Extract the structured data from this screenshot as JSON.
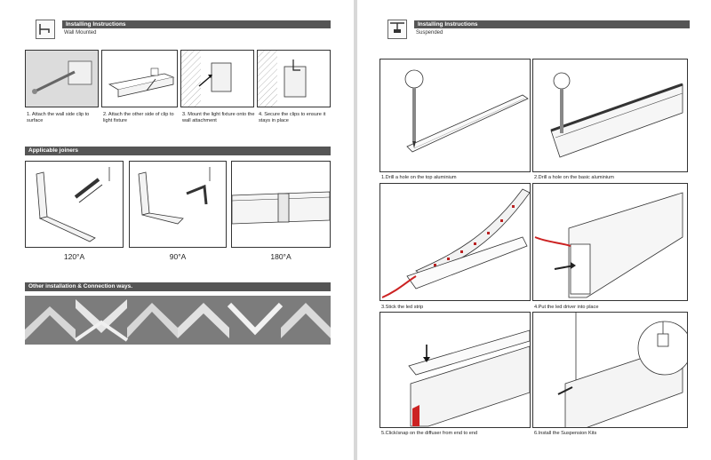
{
  "left": {
    "header": {
      "title": "Installing Instructions",
      "subtitle": "Wall Mounted"
    },
    "steps": [
      "1. Attach the wall side clip to surface",
      "2. Attach the other side of clip to light fixture",
      "3. Mount the light fixture onto the wall attachment",
      "4. Secure the clips to ensure it stays in place"
    ],
    "joiners": {
      "title": "Applicable joiners",
      "labels": [
        "120°A",
        "90°A",
        "180°A"
      ]
    },
    "other": {
      "title": "Other installation & Connection ways."
    }
  },
  "right": {
    "header": {
      "title": "Installing Instructions",
      "subtitle": "Suspended"
    },
    "steps": [
      "1.Drill a hole on the top aluminium",
      "2.Drill a hole on the basic aluminium",
      "3.Stick the led strip",
      "4.Put the led driver into place",
      "5.Click/snap on the diffuser from end to end",
      "6.Install the Suspension Kits"
    ]
  },
  "colors": {
    "bar": "#555555",
    "led_red": "#cc2222",
    "border": "#333333"
  },
  "icons": [
    "wall-mount-icon",
    "suspended-icon"
  ]
}
